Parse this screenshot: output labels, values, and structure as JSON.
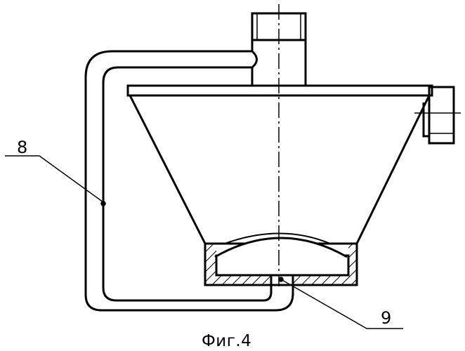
{
  "labels": {
    "part_8": "8",
    "part_9": "9"
  },
  "caption": "Фиг.4",
  "colors": {
    "ink": "#000000",
    "paper": "#ffffff"
  }
}
